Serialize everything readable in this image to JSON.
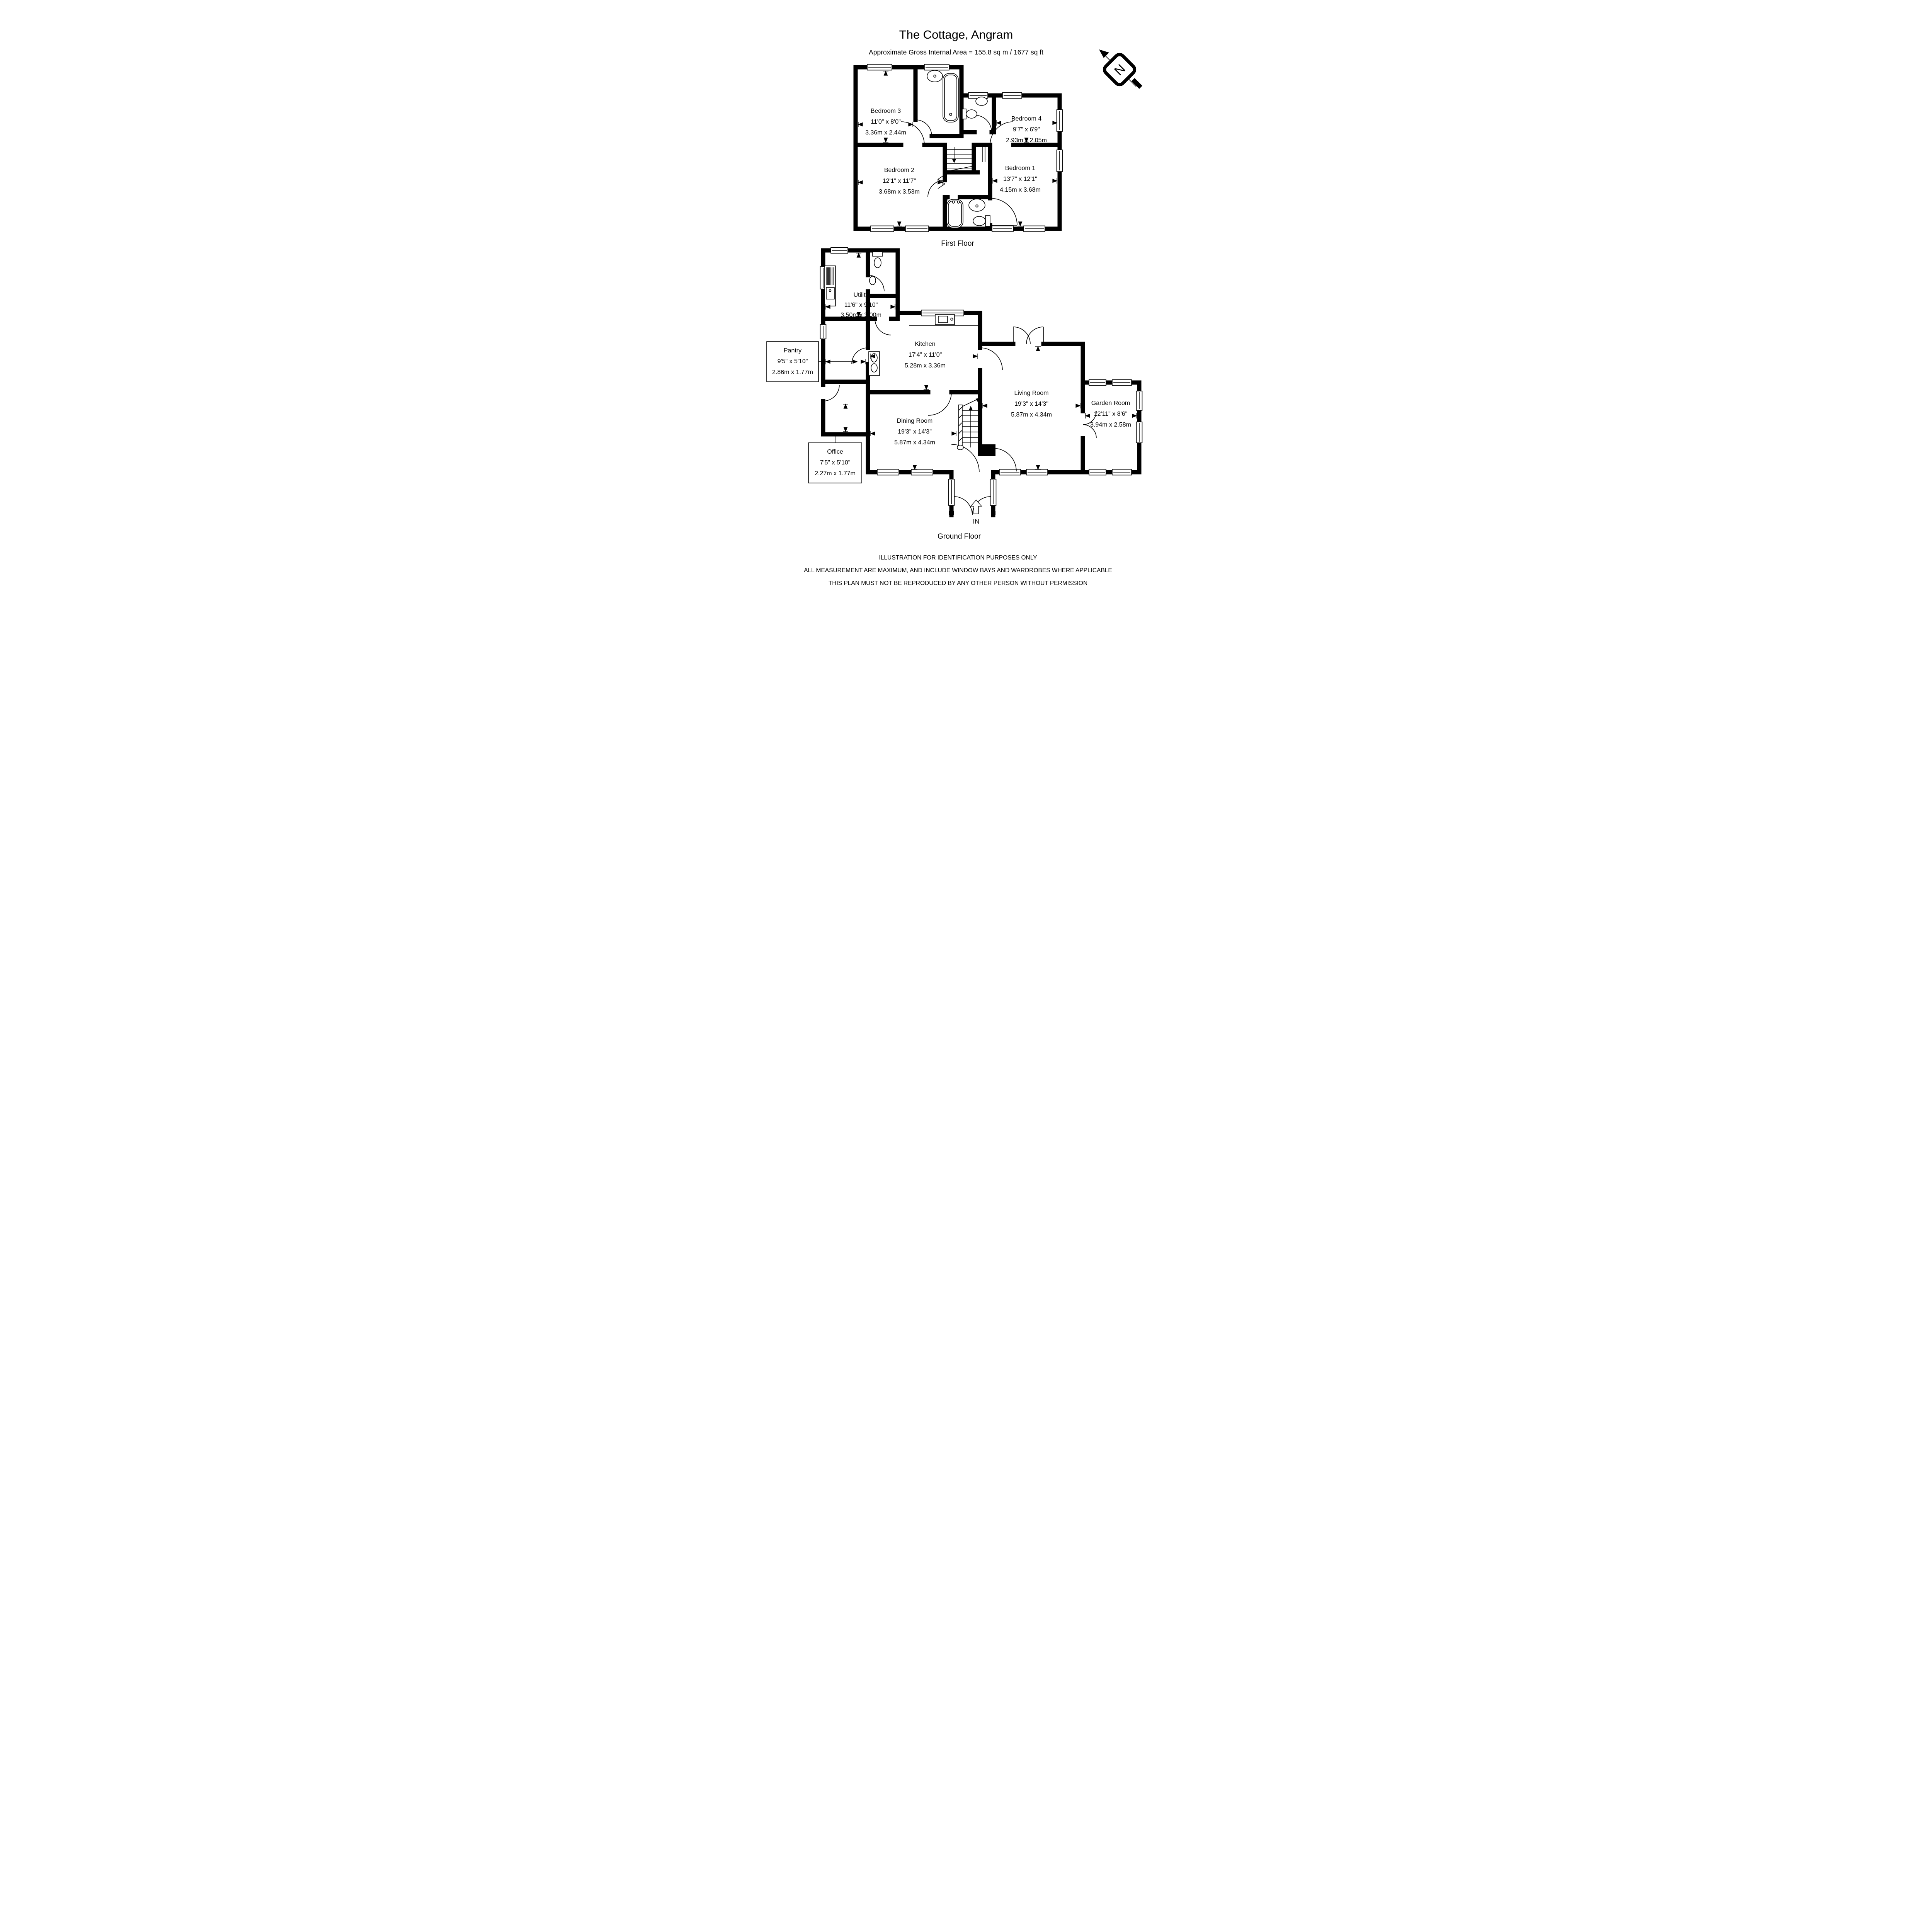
{
  "header": {
    "title": "The Cottage, Angram",
    "subtitle": "Approximate Gross Internal Area = 155.8 sq m / 1677 sq ft"
  },
  "compass": {
    "letter": "N"
  },
  "floors": {
    "first": {
      "label": "First Floor",
      "rooms": [
        {
          "name": "Bedroom 3",
          "imperial": "11'0\" x 8'0\"",
          "metric": "3.36m x 2.44m"
        },
        {
          "name": "Bedroom 4",
          "imperial": "9'7\" x 6'9\"",
          "metric": "2.93m x 2.05m"
        },
        {
          "name": "Bedroom 2",
          "imperial": "12'1\" x 11'7\"",
          "metric": "3.68m x 3.53m"
        },
        {
          "name": "Bedroom 1",
          "imperial": "13'7\" x 12'1\"",
          "metric": "4.15m x 3.68m"
        }
      ]
    },
    "ground": {
      "label": "Ground Floor",
      "entrance_label": "IN",
      "rooms": [
        {
          "name": "Utility",
          "imperial": "11'6\" x 9'10\"",
          "metric": "3.50m x 3.00m"
        },
        {
          "name": "Pantry",
          "imperial": "9'5\" x 5'10\"",
          "metric": "2.86m x 1.77m"
        },
        {
          "name": "Kitchen",
          "imperial": "17'4\" x 11'0\"",
          "metric": "5.28m x 3.36m"
        },
        {
          "name": "Living Room",
          "imperial": "19'3\" x 14'3\"",
          "metric": "5.87m x 4.34m"
        },
        {
          "name": "Garden Room",
          "imperial": "12'11\" x 8'6\"",
          "metric": "3.94m x 2.58m"
        },
        {
          "name": "Dining Room",
          "imperial": "19'3\" x 14'3\"",
          "metric": "5.87m x 4.34m"
        },
        {
          "name": "Office",
          "imperial": "7'5\" x 5'10\"",
          "metric": "2.27m x 1.77m"
        }
      ]
    }
  },
  "footer": {
    "lines": [
      "ILLUSTRATION FOR IDENTIFICATION PURPOSES ONLY",
      "ALL MEASUREMENT  ARE MAXIMUM, AND INCLUDE WINDOW BAYS AND WARDROBES WHERE APPLICABLE",
      "THIS PLAN MUST NOT BE REPRODUCED BY ANY OTHER PERSON WITHOUT PERMISSION"
    ]
  },
  "colors": {
    "ink": "#000000",
    "paper": "#ffffff"
  }
}
